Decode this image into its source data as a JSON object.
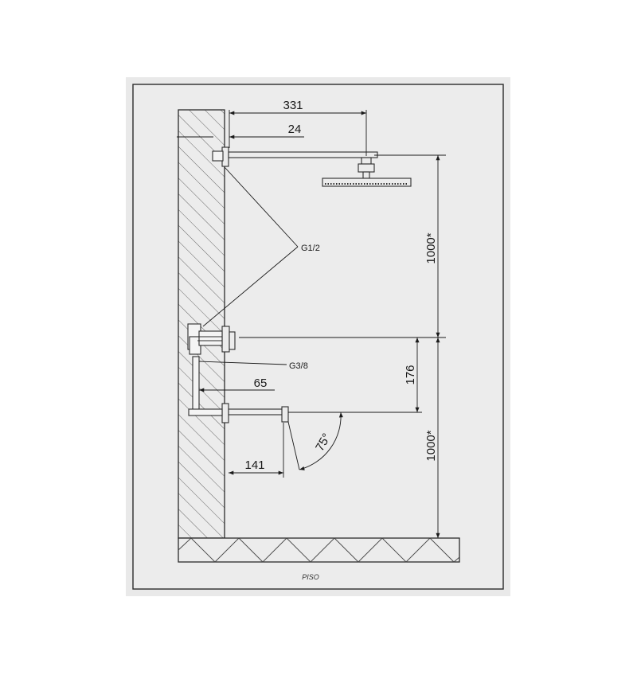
{
  "dimensions": {
    "arm_length": "331",
    "arm_offset": "24",
    "head_height": "1000*",
    "valve_spout_gap": "176",
    "spout_depth": "65",
    "spout_projection": "141",
    "spout_height": "1000*",
    "spout_angle": "75°"
  },
  "callouts": {
    "upper_thread": "G1/2",
    "lower_thread": "G3/8"
  },
  "floor_label": "PISO",
  "colors": {
    "background": "#e9e9e9",
    "frame_fill": "#ececec",
    "line": "#2b2b2b"
  }
}
